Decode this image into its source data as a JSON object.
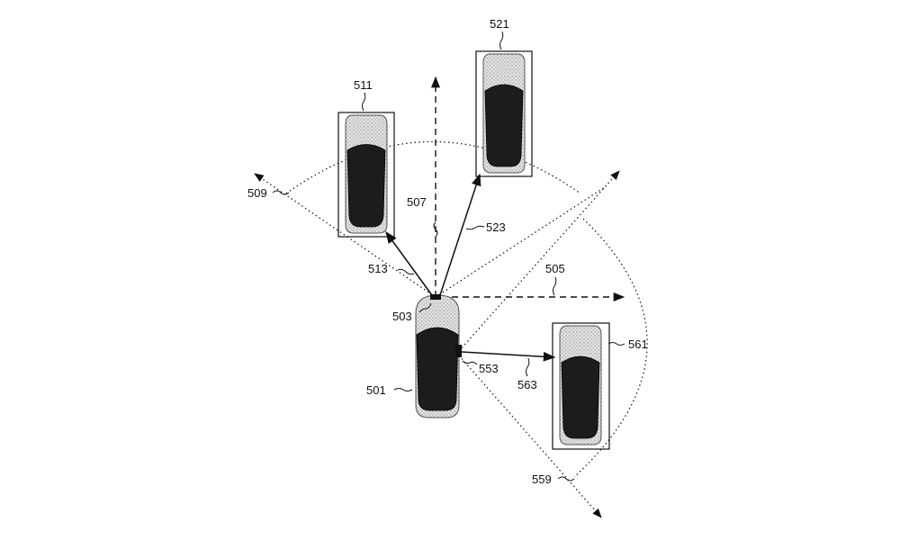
{
  "labels": {
    "ego_vehicle": "501",
    "front_sensor": "503",
    "front_axis": "505",
    "forward_axis": "507",
    "fov_left_edge": "509",
    "target_vehicle_1": "511",
    "target_vector_1": "513",
    "target_vehicle_2": "521",
    "target_vector_2": "523",
    "side_sensor": "553",
    "side_fov_edge": "559",
    "target_vehicle_3": "561",
    "target_vector_3": "563"
  },
  "colors": {
    "ink": "#111111",
    "cabin": "#1c1c1c",
    "body_fill": "#d9d9d9"
  }
}
